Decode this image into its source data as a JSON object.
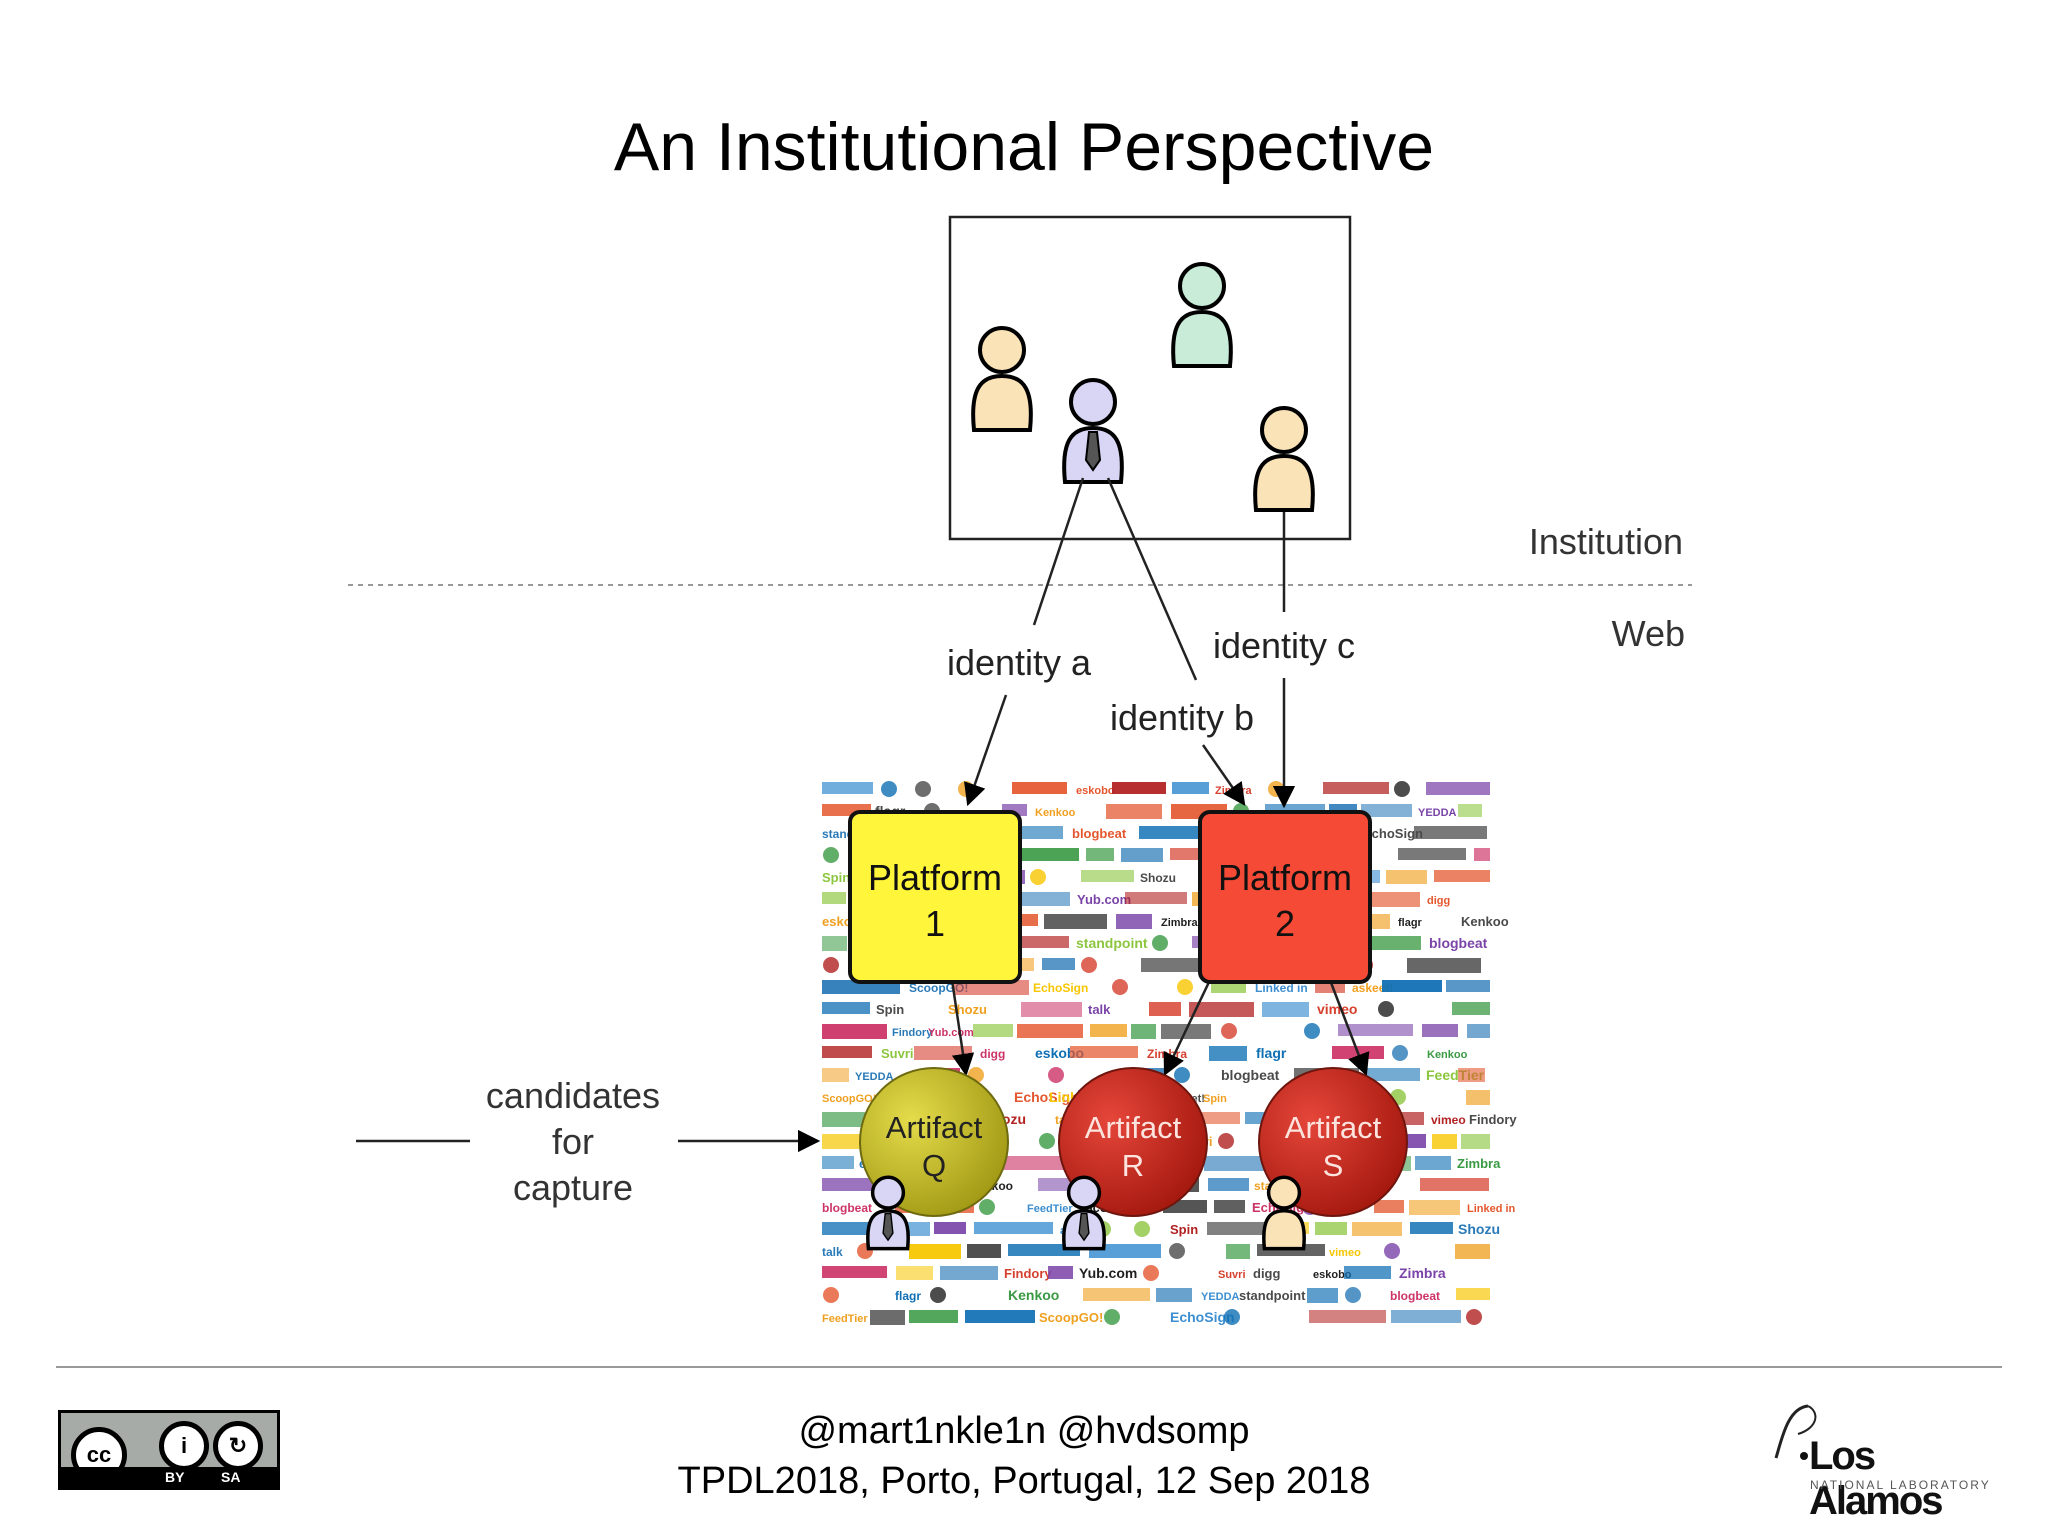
{
  "slide": {
    "title": "An Institutional Perspective"
  },
  "diagram": {
    "zones": {
      "institution": "Institution",
      "web": "Web"
    },
    "identities": [
      "identity a",
      "identity b",
      "identity c"
    ],
    "platforms": [
      {
        "line1": "Platform",
        "line2": "1",
        "color": "#fff53a"
      },
      {
        "line1": "Platform",
        "line2": "2",
        "color": "#f44a36"
      }
    ],
    "artifacts": [
      {
        "line1": "Artifact",
        "line2": "Q",
        "color": "#c8c12c"
      },
      {
        "line1": "Artifact",
        "line2": "R",
        "color": "#d32f24"
      },
      {
        "line1": "Artifact",
        "line2": "S",
        "color": "#d32f24"
      }
    ],
    "candidates_label": [
      "candidates",
      "for",
      "capture"
    ],
    "collage_words": [
      "eskobo",
      "Zimbra",
      "flagr",
      "Kenkoo",
      "YEDDA",
      "standpoint",
      "blogbeat",
      "FeedTier",
      "ScoopGO!",
      "EchoSign",
      "Linked in",
      "askeet!",
      "Spin",
      "Shozu",
      "talk",
      "vimeo",
      "Findory",
      "Yub.com",
      "Suvri",
      "digg"
    ]
  },
  "footer": {
    "line1": "@mart1nkle1n @hvdsomp",
    "line2": "TPDL2018, Porto, Portugal, 12 Sep 2018",
    "cc": {
      "by": "BY",
      "sa": "SA",
      "cc": "cc"
    },
    "lanl": {
      "name": "Los Alamos",
      "subtitle": "NATIONAL LABORATORY"
    }
  }
}
